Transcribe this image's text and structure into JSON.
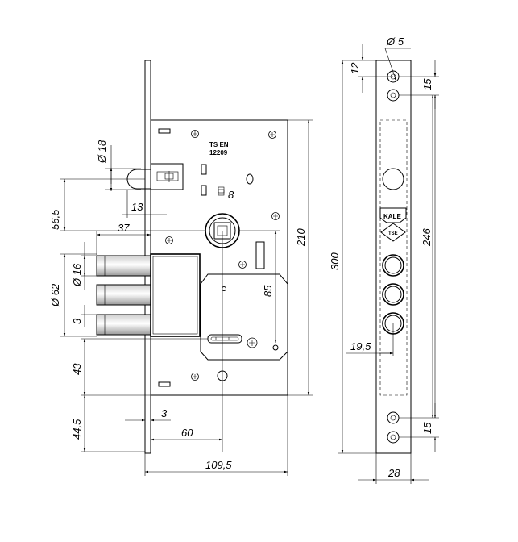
{
  "markings": {
    "standard_line1": "TS EN",
    "standard_line2": "12209",
    "brand": "KALE",
    "emblem": "TSE"
  },
  "dimensions": {
    "d_strike_hole": "5",
    "strike_top": "12",
    "strike_hole_pitch_top": "15",
    "latch_diameter": "18",
    "latch_offset": "13",
    "spindle_square": "8",
    "latch_to_spindle": "56,5",
    "bolt_throw": "37",
    "bolt_diameter": "16",
    "bolt_span": "62",
    "bolt_gap": "3",
    "spindle_to_key": "85",
    "case_height": "210",
    "plate_height": "300",
    "hole_span": "246",
    "key_to_bottom": "43",
    "bottom_offset": "44,5",
    "plate_thickness": "3",
    "backset": "60",
    "case_width": "109,5",
    "strike_hole_spacing": "19,5",
    "strike_hole_pitch_bottom": "15",
    "plate_width": "28"
  },
  "diameter_symbol": "Ø"
}
